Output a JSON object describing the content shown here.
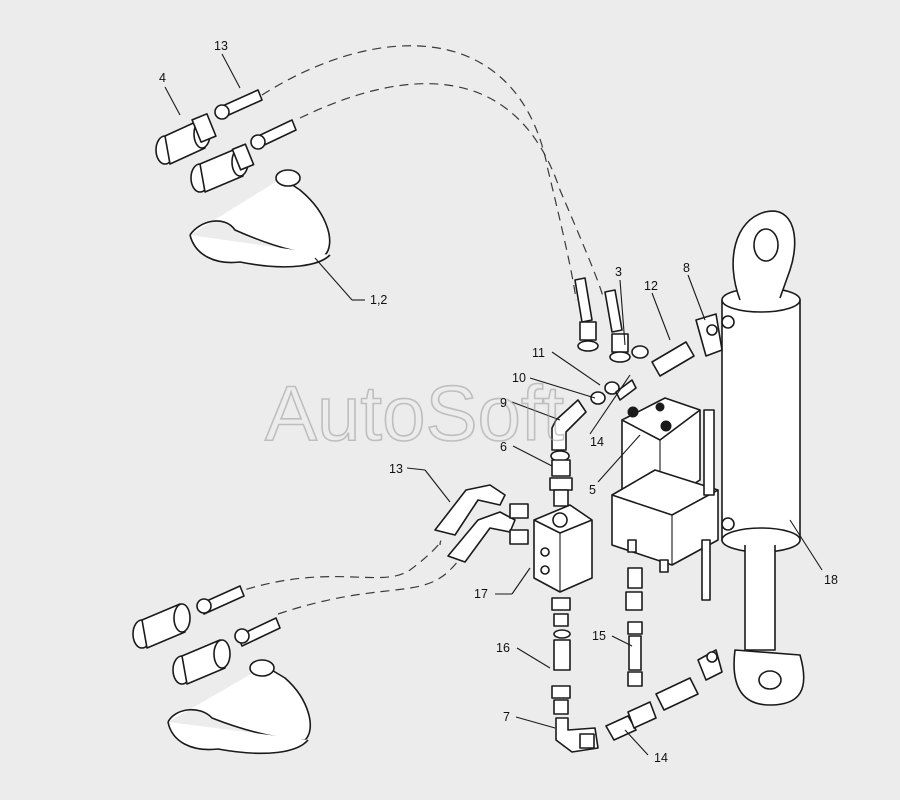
{
  "watermark": "AutoSoft",
  "callouts": [
    {
      "id": "c13a",
      "text": "13"
    },
    {
      "id": "c4",
      "text": "4"
    },
    {
      "id": "c12b",
      "text": "1,2"
    },
    {
      "id": "c3",
      "text": "3"
    },
    {
      "id": "c12",
      "text": "12"
    },
    {
      "id": "c8",
      "text": "8"
    },
    {
      "id": "c11",
      "text": "11"
    },
    {
      "id": "c10",
      "text": "10"
    },
    {
      "id": "c9",
      "text": "9"
    },
    {
      "id": "c14a",
      "text": "14"
    },
    {
      "id": "c6",
      "text": "6"
    },
    {
      "id": "c5",
      "text": "5"
    },
    {
      "id": "c13b",
      "text": "13"
    },
    {
      "id": "c17",
      "text": "17"
    },
    {
      "id": "c18",
      "text": "18"
    },
    {
      "id": "c15",
      "text": "15"
    },
    {
      "id": "c16",
      "text": "16"
    },
    {
      "id": "c7",
      "text": "7"
    },
    {
      "id": "c14b",
      "text": "14"
    }
  ]
}
